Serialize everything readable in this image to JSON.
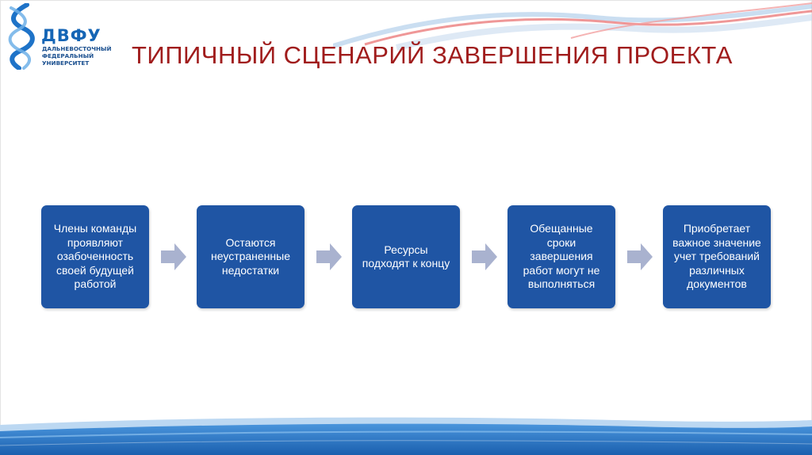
{
  "logo": {
    "abbr": "ДВФУ",
    "line1": "ДАЛЬНЕВОСТОЧНЫЙ",
    "line2": "ФЕДЕРАЛЬНЫЙ",
    "line3": "УНИВЕРСИТЕТ"
  },
  "title": "ТИПИЧНЫЙ СЦЕНАРИЙ ЗАВЕРШЕНИЯ ПРОЕКТА",
  "steps": [
    "Члены команды проявляют озабоченность своей будущей работой",
    "Остаются неустраненные недостатки",
    "Ресурсы подходят к концу",
    "Обещанные сроки завершения работ могут не выполняться",
    "Приобретает важное значение учет требований различных документов"
  ],
  "colors": {
    "title": "#a01c1c",
    "box": "#1f55a4",
    "arrow": "#a9b2cf",
    "wave_blue": "#1e73c8",
    "wave_red": "#e03c3c"
  },
  "icons": {
    "logo": "helix-logo-icon",
    "arrow": "arrow-right-icon"
  }
}
